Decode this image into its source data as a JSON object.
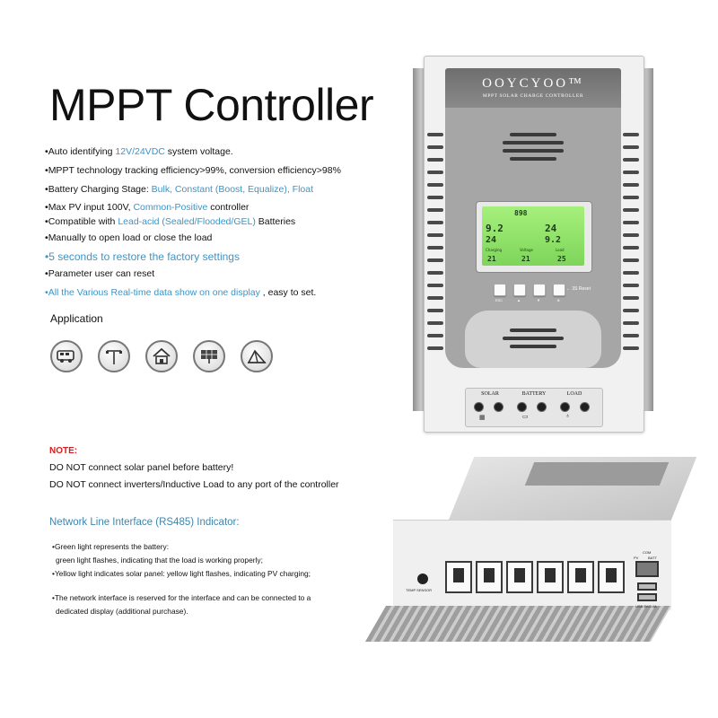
{
  "title": "MPPT Controller",
  "features": [
    {
      "parts": [
        "Auto identifying ",
        "12V/24VDC",
        " system voltage."
      ]
    },
    {
      "parts": [
        "MPPT technology tracking efficiency>99%, conversion efficiency>98%"
      ]
    },
    {
      "parts": [
        "Battery Charging Stage: ",
        "Bulk, Constant (Boost, Equalize), Float"
      ]
    },
    {
      "parts": [
        "Max PV input 100V, ",
        "Common-Positive",
        " controller"
      ]
    },
    {
      "parts": [
        "Compatible with ",
        "Lead-acid (Sealed/Flooded/GEL)",
        " Batteries"
      ]
    },
    {
      "parts": [
        "Manually to open load or close the load"
      ]
    },
    {
      "parts": [
        "5 seconds to restore the factory settings"
      ]
    },
    {
      "parts": [
        "Parameter user can reset"
      ]
    },
    {
      "parts": [
        "All the Various Real-time data show on one display",
        " , easy to set."
      ]
    }
  ],
  "application": {
    "title": "Application",
    "icons": [
      "rv-icon",
      "street-lamp-icon",
      "house-icon",
      "solar-panel-icon",
      "tent-icon"
    ]
  },
  "note": {
    "title": "NOTE:",
    "lines": [
      "DO NOT connect solar panel before battery!",
      "DO NOT connect inverters/Inductive Load to any port of the controller"
    ]
  },
  "network": {
    "title": "Network Line Interface (RS485) Indicator:",
    "lines": [
      "Green light represents the battery:",
      "green light flashes, indicating that the load is working properly;",
      "Yellow light indicates solar panel:  yellow light flashes, indicating PV charging;",
      "The network interface is reserved for the interface and can be connected to a",
      "dedicated display (additional purchase)."
    ]
  },
  "device": {
    "brand": "OOYCYOO™",
    "subtitle": "MPPT SOLAR CHARGE CONTROLLER",
    "lcd": {
      "top_value": "898",
      "row1_left": "9.2",
      "row1_right": "24",
      "row2_left": "24",
      "row2_right": "9.2",
      "labels": [
        "Charging",
        "Voltage",
        "Load"
      ],
      "bottom": [
        "21",
        "21",
        "25"
      ]
    },
    "buttons": [
      "ESC",
      "▲",
      "▼",
      "⊕"
    ],
    "button_hint": "← 3S Reset",
    "terminal_labels": [
      "SOLAR",
      "BATTERY",
      "LOAD"
    ],
    "side_labels": [
      "COM",
      "PV",
      "BATT"
    ],
    "temp_sensor": "TEMP SENSOR",
    "usb": "USB 5V/2.4A"
  },
  "colors": {
    "accent": "#3d94c6",
    "warning": "#d0201e",
    "lcd": "#8fe46b",
    "panel": "#a6a6a6"
  }
}
